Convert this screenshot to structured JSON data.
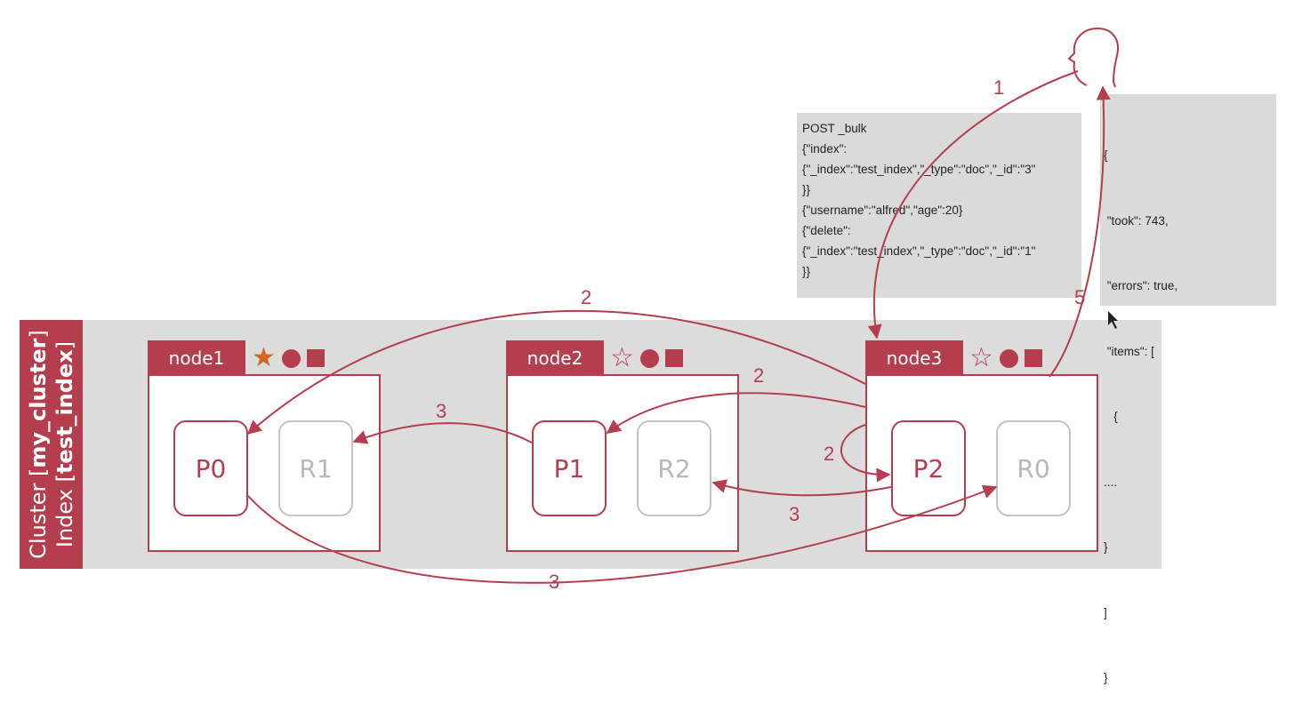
{
  "cluster": {
    "line1_prefix": "Cluster [",
    "line1_name": "my_cluster",
    "line1_suffix": "]",
    "line2_prefix": "Index [",
    "line2_name": "test_index",
    "line2_suffix": "]"
  },
  "nodes": [
    {
      "name": "node1",
      "star": "★",
      "star_color": "#d2691e",
      "shards": [
        "P0",
        "R1"
      ]
    },
    {
      "name": "node2",
      "star": "☆",
      "star_color": "#b43e4e",
      "shards": [
        "P1",
        "R2"
      ]
    },
    {
      "name": "node3",
      "star": "☆",
      "star_color": "#b43e4e",
      "shards": [
        "P2",
        "R0"
      ]
    }
  ],
  "request": {
    "lines": [
      "POST _bulk",
      "{\"index\":",
      "{\"_index\":\"test_index\",\"_type\":\"doc\",\"_id\":\"3\"",
      "}}",
      "{\"username\":\"alfred\",\"age\":20}",
      "{\"delete\":",
      "{\"_index\":\"test_index\",\"_type\":\"doc\",\"_id\":\"1\"",
      "}}"
    ]
  },
  "response": {
    "lines": [
      "{",
      " \"took\": 743,",
      " \"errors\": true,",
      " \"items\": [",
      "   {",
      "....",
      "}",
      "]",
      "}"
    ]
  },
  "steps": {
    "s1": "1",
    "s2_top": "2",
    "s2_mid": "2",
    "s2_loop": "2",
    "s3_left": "3",
    "s3_mid": "3",
    "s3_bottom": "3",
    "s5": "5"
  },
  "colors": {
    "accent": "#b43e4e",
    "cluster_bg": "#dcdcdc",
    "code_bg": "#dadada",
    "replica": "#b8b8b8"
  }
}
